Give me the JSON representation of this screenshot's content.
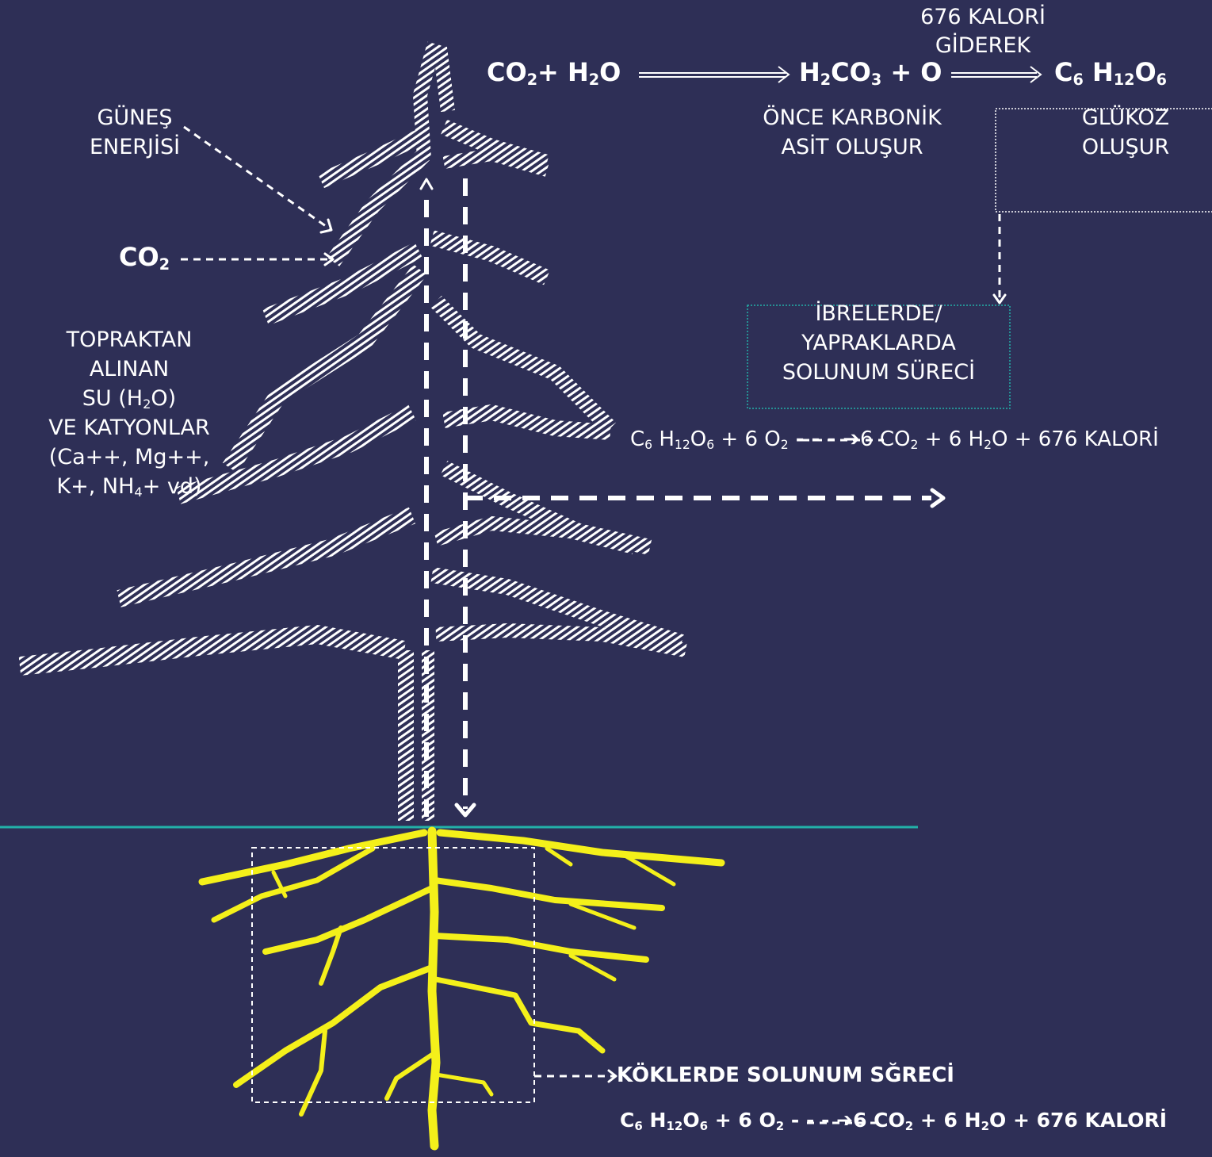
{
  "sun": {
    "line1": "GÜNEŞ",
    "line2": "ENERJİSİ"
  },
  "co2_label": {
    "text": "CO",
    "sub": "2"
  },
  "soil_intake": {
    "l1": "TOPRAKTAN",
    "l2": "ALINAN",
    "l3a": "SU (H",
    "l3sub": "2",
    "l3b": "O)",
    "l4": "VE KATYONLAR",
    "l5": "(Ca++, Mg++,",
    "l6a": "K+, NH",
    "l6sub": "4",
    "l6b": "+ vd)"
  },
  "equation_top": {
    "co2": "CO",
    "co2_sub": "2",
    "plus_h2o": "+ H",
    "h2o_sub": "2",
    "o": "O",
    "h2co3_h": "H",
    "h2co3_sub1": "2",
    "h2co3_co": "CO",
    "h2co3_sub2": "3",
    "plus_o": "+ O",
    "gluc_c": "C",
    "gluc_c_sub": "6",
    "gluc_h": " H",
    "gluc_h_sub": "12",
    "gluc_o": "O",
    "gluc_o_sub": "6"
  },
  "energy_note": {
    "line1": "676 KALORİ",
    "line2": "GİDEREK"
  },
  "carbonic_note": {
    "line1": "ÖNCE  KARBONİK",
    "line2": "ASİT OLUŞUR"
  },
  "glucose_note": {
    "line1": "GLÜKOZ",
    "line2": "OLUŞUR"
  },
  "leaf_resp_box": {
    "line1": "İBRELERDE/",
    "line2": "YAPRAKLARDA",
    "line3": "SOLUNUM SÜRECİ"
  },
  "leaf_equation": {
    "c": "C",
    "c_sub": "6",
    "h": " H",
    "h_sub": "12",
    "o": "O",
    "o_sub": "6",
    "plus_o2": " + 6 O",
    "o2_sub": "2",
    "arrow": " - - - ➔",
    "co2": "6 CO",
    "co2_sub": "2",
    "h2o": " + 6 H",
    "h2o_sub": "2",
    "rest": "O + 676 KALORİ"
  },
  "root_label": "KÖKLERDE SOLUNUM SĞRECİ",
  "root_equation": {
    "c": "C",
    "c_sub": "6",
    "h": " H",
    "h_sub": "12",
    "o": "O",
    "o_sub": "6",
    "plus_o2": " + 6 O",
    "o2_sub": "2",
    "arrow": "  - - - ➔",
    "co2": "6 CO",
    "co2_sub": "2",
    "h2o": " + 6 H",
    "h2o_sub": "2",
    "rest": "O + 676 KALORİ"
  },
  "colors": {
    "background": "#2e2f56",
    "ground": "#22b0a8",
    "roots": "#f4f01a",
    "text": "#ffffff"
  }
}
